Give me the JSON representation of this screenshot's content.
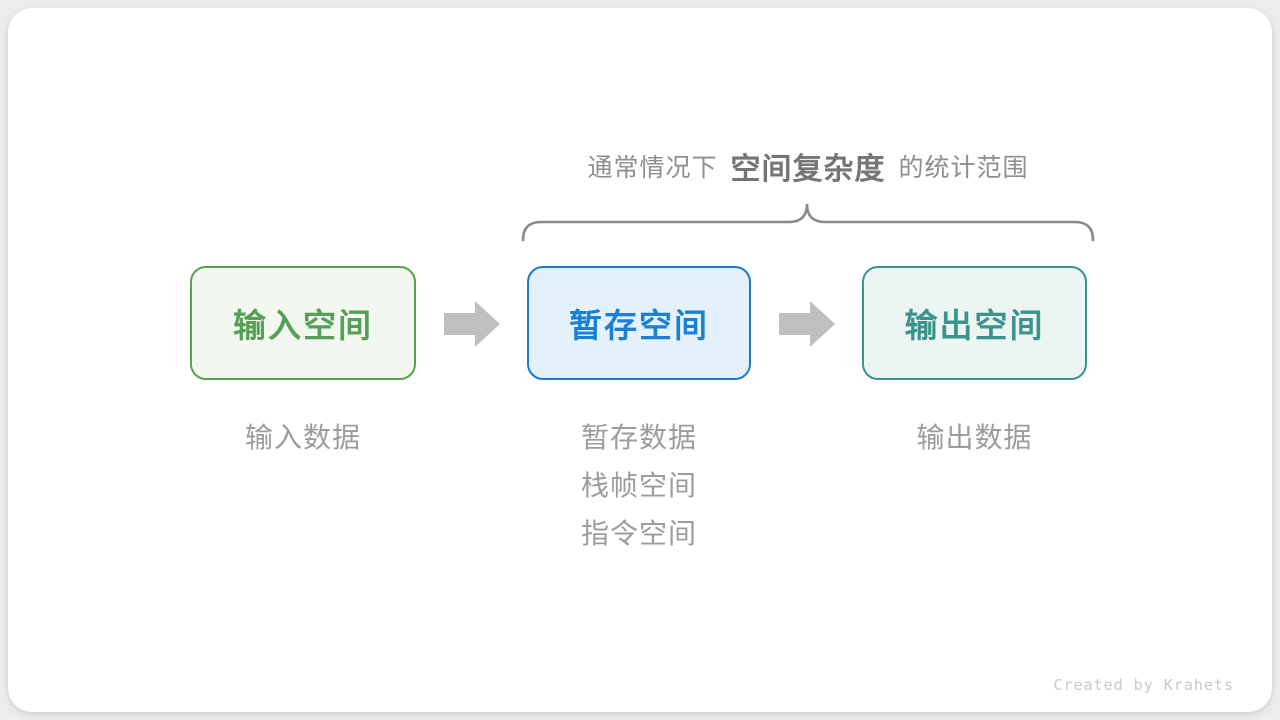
{
  "page": {
    "background_color": "#ededed",
    "card_color": "#ffffff"
  },
  "title": {
    "prefix": "通常情况下",
    "highlight": "空间复杂度",
    "suffix": "的统计范围"
  },
  "brace": {
    "color": "#8a8a8a",
    "meaning": "scope-of-space-complexity"
  },
  "arrow": {
    "color": "#bfbfbf"
  },
  "boxes": [
    {
      "label": "输入空间",
      "border_color": "#5aa053",
      "fill_color": "#f2f8ef",
      "text_color": "#55a056"
    },
    {
      "label": "暂存空间",
      "border_color": "#1a7bcd",
      "fill_color": "#e4f1fb",
      "text_color": "#1a80d6"
    },
    {
      "label": "输出空间",
      "border_color": "#3b948c",
      "fill_color": "#edf5f2",
      "text_color": "#3b948c"
    }
  ],
  "notes": {
    "input": {
      "line1": "输入数据"
    },
    "temp": {
      "line1": "暂存数据",
      "line2": "栈帧空间",
      "line3": "指令空间"
    },
    "output": {
      "line1": "输出数据"
    }
  },
  "watermark": "Created by Krahets"
}
